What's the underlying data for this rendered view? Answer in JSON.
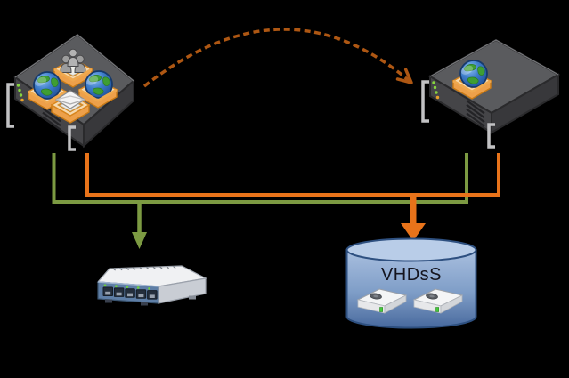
{
  "diagram": {
    "type": "virtualization-network-diagram",
    "background": "#000000",
    "colors": {
      "background": "#000000",
      "line_green": "#7C9A42",
      "line_orange": "#E8731A",
      "arc_dash": "#AE5713",
      "cylinder_light": "#A9BFDF",
      "cylinder_mid": "#7E9DC7",
      "cylinder_dark": "#47699E",
      "cylinder_stroke": "#2E5080",
      "label_text": "#14141E",
      "crate_orange": "#EDA04A",
      "switch_front_blue": "#5E7EA6"
    },
    "nodes": {
      "source_server": {
        "icon": "rack-server-icon",
        "vm_icons": [
          "people-group-icon",
          "globe-icon",
          "globe-icon",
          "envelope-icon"
        ]
      },
      "destination_server": {
        "icon": "rack-server-icon",
        "vm_icons": [
          "globe-icon"
        ]
      },
      "network_switch": {
        "icon": "network-switch-icon",
        "port_count": 5
      },
      "vhd_storage": {
        "icon": "storage-cylinder-icon",
        "label": "VHDsS",
        "disk_count": 2
      }
    },
    "connections": [
      {
        "from": "source_server",
        "to": "destination_server",
        "style": "dashed-curved-arrow",
        "color_key": "arc_dash"
      },
      {
        "from": "source_server",
        "to": "network_switch",
        "style": "solid-elbow-arrow",
        "color_key": "line_green"
      },
      {
        "from": "destination_server",
        "to": "network_switch",
        "style": "solid-elbow",
        "color_key": "line_green"
      },
      {
        "from": "source_server",
        "to": "vhd_storage",
        "style": "solid-elbow-arrow",
        "color_key": "line_orange"
      },
      {
        "from": "destination_server",
        "to": "vhd_storage",
        "style": "solid-elbow",
        "color_key": "line_orange"
      }
    ]
  }
}
